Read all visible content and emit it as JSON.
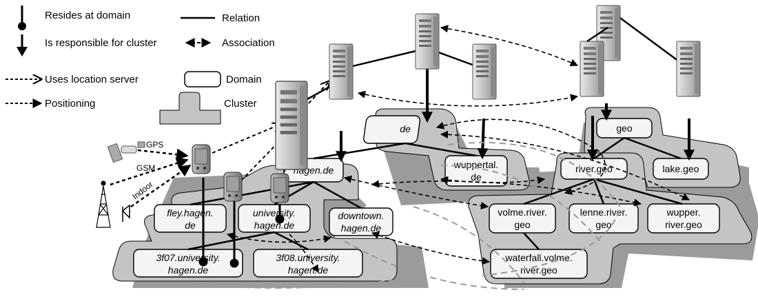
{
  "legend": {
    "resides": "Resides at domain",
    "responsible": "Is responsible for cluster",
    "relation": "Relation",
    "association": "Association",
    "uses_location": "Uses location server",
    "positioning": "Positioning",
    "domain": "Domain",
    "cluster": "Cluster"
  },
  "positioning_methods": {
    "gps": "GPS",
    "gsm": "GSM",
    "indoor": "Indoor"
  },
  "domains": {
    "de": "de",
    "wuppertal": [
      "wuppertal.",
      "de"
    ],
    "hagen": "hagen.de",
    "fley": [
      "fley.hagen.",
      "de"
    ],
    "university": [
      "university.",
      "hagen.de"
    ],
    "downtown": [
      "downtown.",
      "hagen.de"
    ],
    "r3f07": [
      "3f07.university.",
      "hagen.de"
    ],
    "r3f08": [
      "3f08.university.",
      "hagen.de"
    ],
    "geo": "geo",
    "river": "river.geo",
    "lake": "lake.geo",
    "volme": [
      "volme.river.",
      "geo"
    ],
    "lenne": [
      "lenne.river.",
      "geo"
    ],
    "wupper": [
      "wupper.",
      "river.geo"
    ],
    "waterfall": [
      "waterfall.volme.",
      "river.geo"
    ]
  },
  "colors": {
    "cluster_fill": "#c4c4c4",
    "cluster_shadow": "#8a8a8a",
    "domain_fill": "#f2f2f2",
    "server_body": "#bdbdbd"
  }
}
